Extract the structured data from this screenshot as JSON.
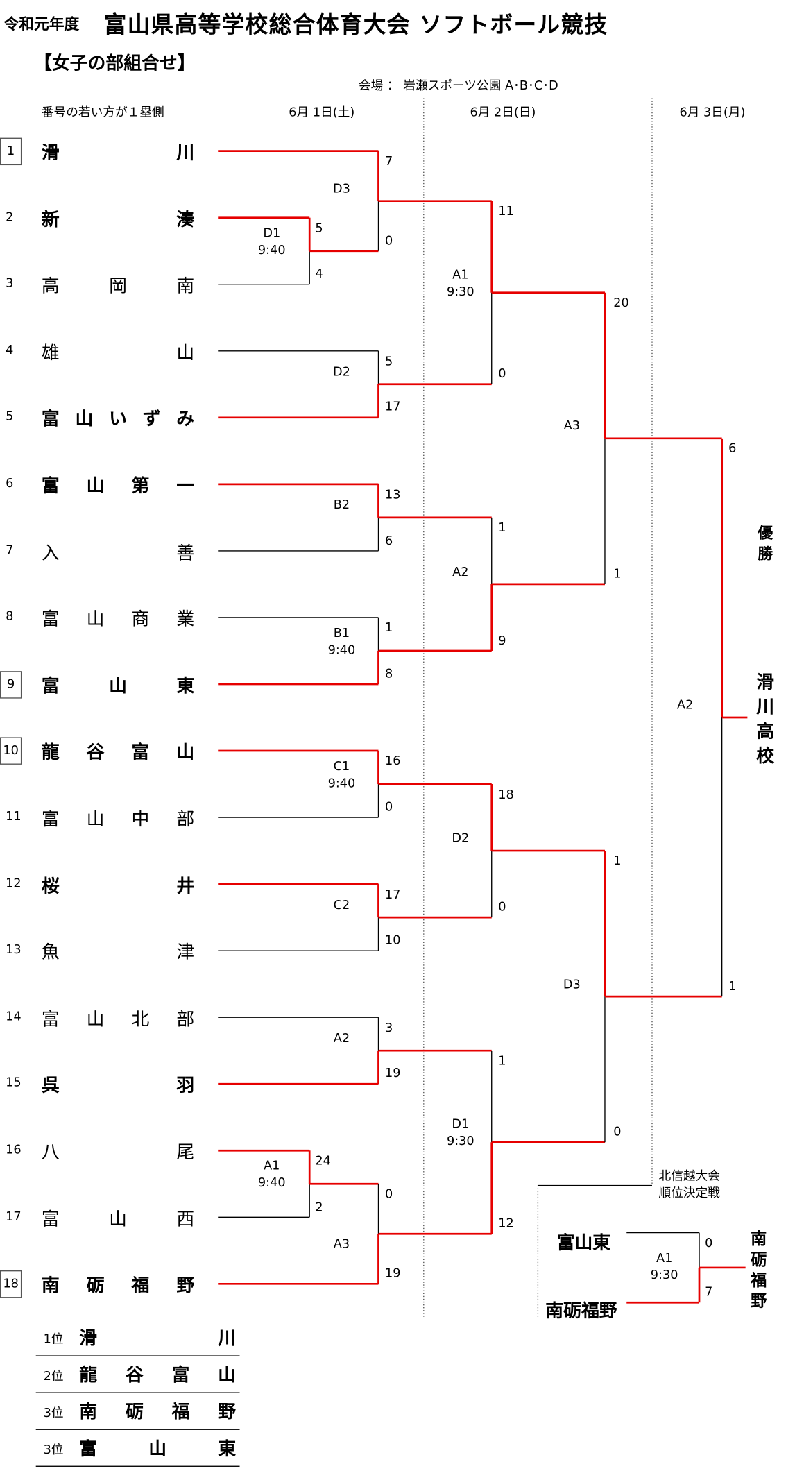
{
  "header": {
    "year": "令和元年度",
    "title": "富山県高等学校総合体育大会  ソフトボール競技",
    "division": "【女子の部組合せ】",
    "venue": "会場  ：  岩瀬スポーツ公園         A･B･C･D",
    "note": "番号の若い方が１塁側"
  },
  "days": [
    "6月  1日(土)",
    "6月  2日(日)",
    "6月  3日(月)"
  ],
  "teams": [
    {
      "no": "1",
      "chars": [
        "滑",
        "川"
      ],
      "bold": true,
      "boxed": true
    },
    {
      "no": "2",
      "chars": [
        "新",
        "湊"
      ],
      "bold": true,
      "boxed": false
    },
    {
      "no": "3",
      "chars": [
        "高",
        "岡",
        "南"
      ],
      "bold": false,
      "boxed": false
    },
    {
      "no": "4",
      "chars": [
        "雄",
        "山"
      ],
      "bold": false,
      "boxed": false
    },
    {
      "no": "5",
      "chars": [
        "富",
        "山",
        "い",
        "ず",
        "み"
      ],
      "bold": true,
      "boxed": false
    },
    {
      "no": "6",
      "chars": [
        "富",
        "山",
        "第",
        "一"
      ],
      "bold": true,
      "boxed": false
    },
    {
      "no": "7",
      "chars": [
        "入",
        "善"
      ],
      "bold": false,
      "boxed": false
    },
    {
      "no": "8",
      "chars": [
        "富",
        "山",
        "商",
        "業"
      ],
      "bold": false,
      "boxed": false
    },
    {
      "no": "9",
      "chars": [
        "富",
        "山",
        "東"
      ],
      "bold": true,
      "boxed": true
    },
    {
      "no": "10",
      "chars": [
        "龍",
        "谷",
        "富",
        "山"
      ],
      "bold": true,
      "boxed": true
    },
    {
      "no": "11",
      "chars": [
        "富",
        "山",
        "中",
        "部"
      ],
      "bold": false,
      "boxed": false
    },
    {
      "no": "12",
      "chars": [
        "桜",
        "井"
      ],
      "bold": true,
      "boxed": false
    },
    {
      "no": "13",
      "chars": [
        "魚",
        "津"
      ],
      "bold": false,
      "boxed": false
    },
    {
      "no": "14",
      "chars": [
        "富",
        "山",
        "北",
        "部"
      ],
      "bold": false,
      "boxed": false
    },
    {
      "no": "15",
      "chars": [
        "呉",
        "羽"
      ],
      "bold": true,
      "boxed": false
    },
    {
      "no": "16",
      "chars": [
        "八",
        "尾"
      ],
      "bold": false,
      "boxed": false
    },
    {
      "no": "17",
      "chars": [
        "富",
        "山",
        "西"
      ],
      "bold": false,
      "boxed": false
    },
    {
      "no": "18",
      "chars": [
        "南",
        "砺",
        "福",
        "野"
      ],
      "bold": true,
      "boxed": true
    }
  ],
  "matches": {
    "r1": [
      {
        "court": "D1",
        "time": "9:40",
        "scores": [
          "5",
          "4"
        ],
        "winner": 0
      },
      {
        "court": "A1",
        "time": "9:40",
        "scores": [
          "24",
          "2"
        ],
        "winner": 0
      }
    ],
    "r2": [
      {
        "court": "D3",
        "time": "",
        "scores": [
          "7",
          "0"
        ],
        "winner": 0
      },
      {
        "court": "D2",
        "time": "",
        "scores": [
          "5",
          "17"
        ],
        "winner": 1
      },
      {
        "court": "B2",
        "time": "",
        "scores": [
          "13",
          "6"
        ],
        "winner": 0
      },
      {
        "court": "B1",
        "time": "9:40",
        "scores": [
          "1",
          "8"
        ],
        "winner": 1
      },
      {
        "court": "C1",
        "time": "9:40",
        "scores": [
          "16",
          "0"
        ],
        "winner": 0
      },
      {
        "court": "C2",
        "time": "",
        "scores": [
          "17",
          "10"
        ],
        "winner": 0
      },
      {
        "court": "A2",
        "time": "",
        "scores": [
          "3",
          "19"
        ],
        "winner": 1
      },
      {
        "court": "A3",
        "time": "",
        "scores": [
          "0",
          "19"
        ],
        "winner": 1
      }
    ],
    "qf": [
      {
        "court": "A1",
        "time": "9:30",
        "scores": [
          "11",
          "0"
        ],
        "winner": 0
      },
      {
        "court": "A2",
        "time": "",
        "scores": [
          "1",
          "9"
        ],
        "winner": 1
      },
      {
        "court": "D2",
        "time": "",
        "scores": [
          "18",
          "0"
        ],
        "winner": 0
      },
      {
        "court": "D1",
        "time": "9:30",
        "scores": [
          "1",
          "12"
        ],
        "winner": 1
      }
    ],
    "sf": [
      {
        "court": "A3",
        "time": "",
        "scores": [
          "20",
          "1"
        ],
        "winner": 0
      },
      {
        "court": "D3",
        "time": "",
        "scores": [
          "1",
          "0"
        ],
        "winner": 0
      }
    ],
    "final": {
      "court": "A2",
      "time": "",
      "scores": [
        "6",
        "1"
      ],
      "winner": 0
    }
  },
  "champion_label": "優勝",
  "champion_name": "滑川高校",
  "third_place": {
    "note_line1": "北信越大会",
    "note_line2": "順位決定戦",
    "team_a": "富山東",
    "team_b": "南砺福野",
    "court": "A1",
    "time": "9:30",
    "scores": [
      "0",
      "7"
    ],
    "winner": 1,
    "winner_name": "南砺福野"
  },
  "rankings": [
    {
      "pos": "1位",
      "chars": [
        "滑",
        "川"
      ]
    },
    {
      "pos": "2位",
      "chars": [
        "龍",
        "谷",
        "富",
        "山"
      ]
    },
    {
      "pos": "3位",
      "chars": [
        "南",
        "砺",
        "福",
        "野"
      ]
    },
    {
      "pos": "3位",
      "chars": [
        "富",
        "山",
        "東"
      ]
    }
  ],
  "colors": {
    "win_line": "#e60000",
    "line": "#000000",
    "divider": "#555555"
  }
}
